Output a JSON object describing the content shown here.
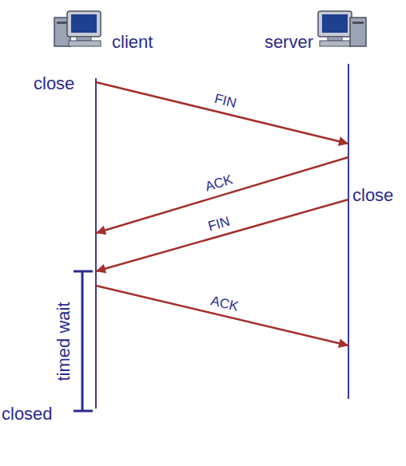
{
  "diagram": {
    "nodes": [
      {
        "text": [
          "client"
        ]
      },
      {
        "text": [
          "server"
        ]
      }
    ],
    "edges": [
      {
        "from": 0,
        "to": 1,
        "arrow": "to",
        "label": "FIN"
      },
      {
        "from": 1,
        "to": 0,
        "arrow": "to",
        "label": "ACK"
      },
      {
        "from": 1,
        "to": 0,
        "arrow": "to",
        "label": "FIN"
      },
      {
        "from": 0,
        "to": 1,
        "arrow": "to",
        "label": "ACK"
      }
    ],
    "labels": [
      "close",
      "close",
      "timed wait",
      "closed"
    ]
  }
}
